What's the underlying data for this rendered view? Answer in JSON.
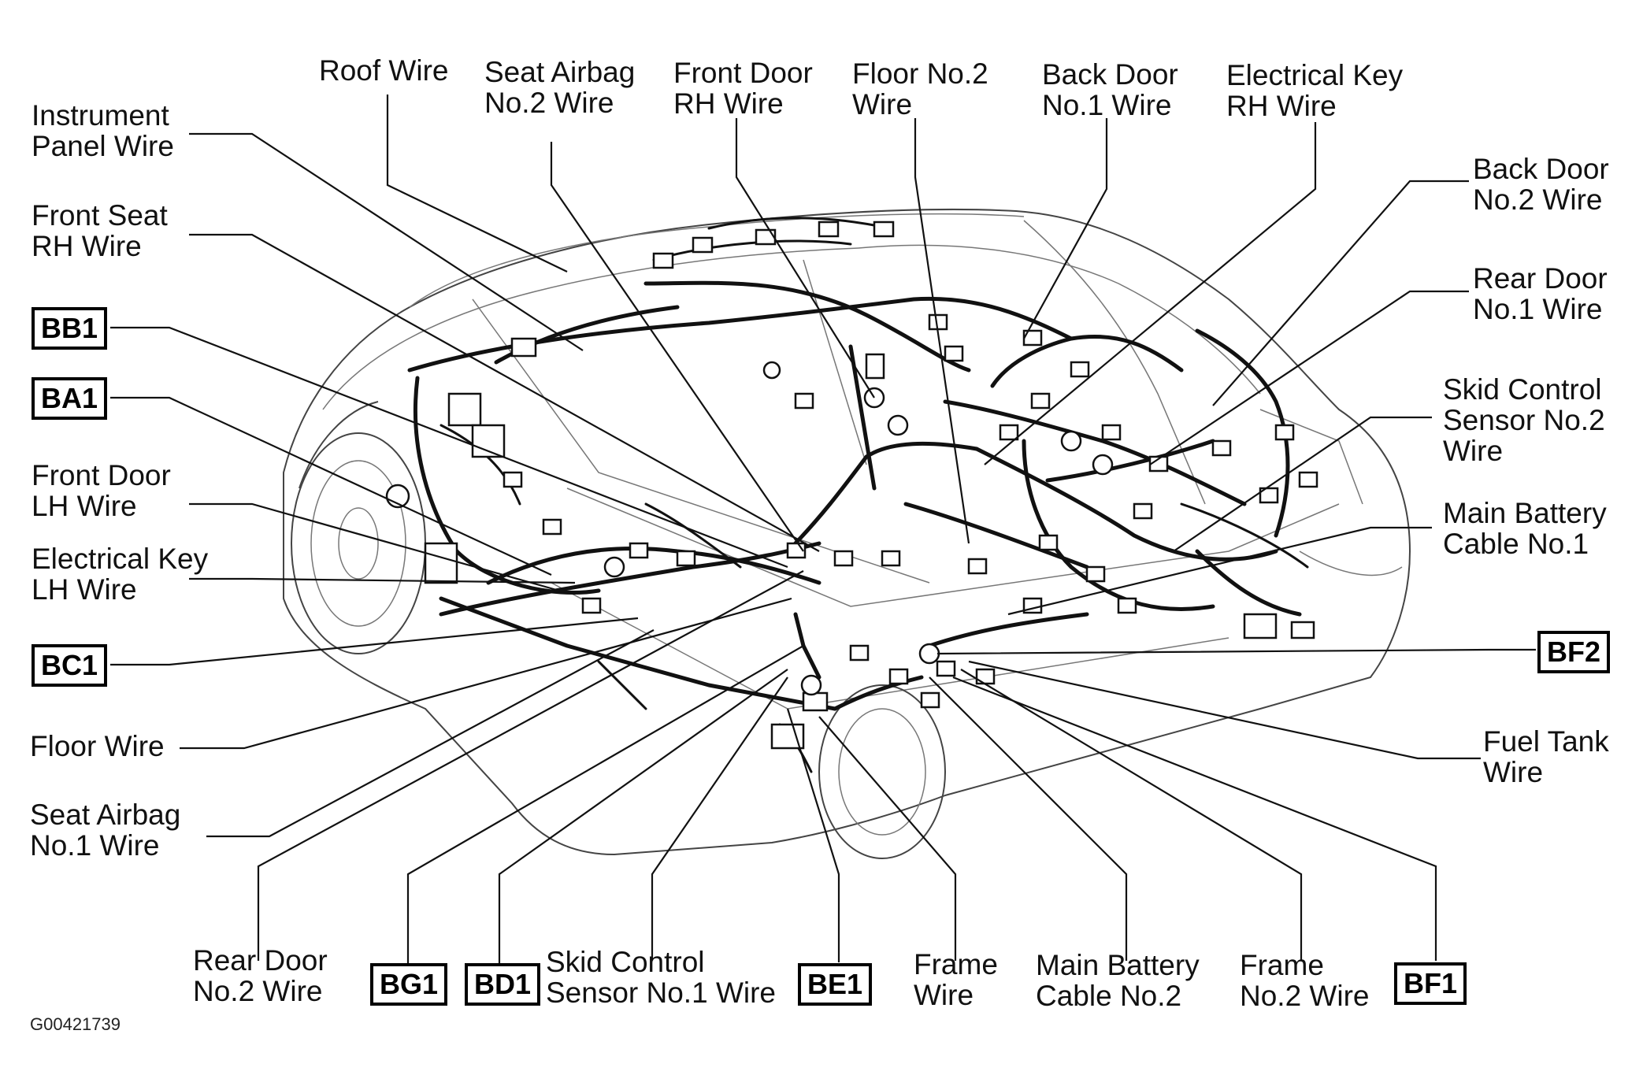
{
  "diagram": {
    "labels": {
      "roof_wire": "Roof Wire",
      "seat_airbag_no2": "Seat Airbag\nNo.2 Wire",
      "front_door_rh": "Front Door\nRH Wire",
      "floor_no2": "Floor No.2\nWire",
      "back_door_no1": "Back Door\nNo.1 Wire",
      "electrical_key_rh": "Electrical Key\nRH Wire",
      "instrument_panel": "Instrument\nPanel Wire",
      "front_seat_rh": "Front Seat\nRH Wire",
      "back_door_no2": "Back Door\nNo.2 Wire",
      "rear_door_no1": "Rear Door\nNo.1 Wire",
      "skid_control_no2": "Skid Control\nSensor No.2\nWire",
      "main_battery_no1": "Main Battery\nCable No.1",
      "front_door_lh": "Front Door\nLH Wire",
      "electrical_key_lh": "Electrical Key\nLH Wire",
      "floor_wire": "Floor Wire",
      "seat_airbag_no1": "Seat Airbag\nNo.1 Wire",
      "fuel_tank": "Fuel Tank\nWire",
      "rear_door_no2": "Rear Door\nNo.2 Wire",
      "skid_control_no1": "Skid Control\nSensor No.1 Wire",
      "frame_wire": "Frame\nWire",
      "main_battery_no2": "Main Battery\nCable No.2",
      "frame_no2": "Frame\nNo.2 Wire"
    },
    "connectors": {
      "bb1": "BB1",
      "ba1": "BA1",
      "bc1": "BC1",
      "bf2": "BF2",
      "bg1": "BG1",
      "bd1": "BD1",
      "be1": "BE1",
      "bf1": "BF1"
    },
    "figure_code": "G00421739"
  }
}
